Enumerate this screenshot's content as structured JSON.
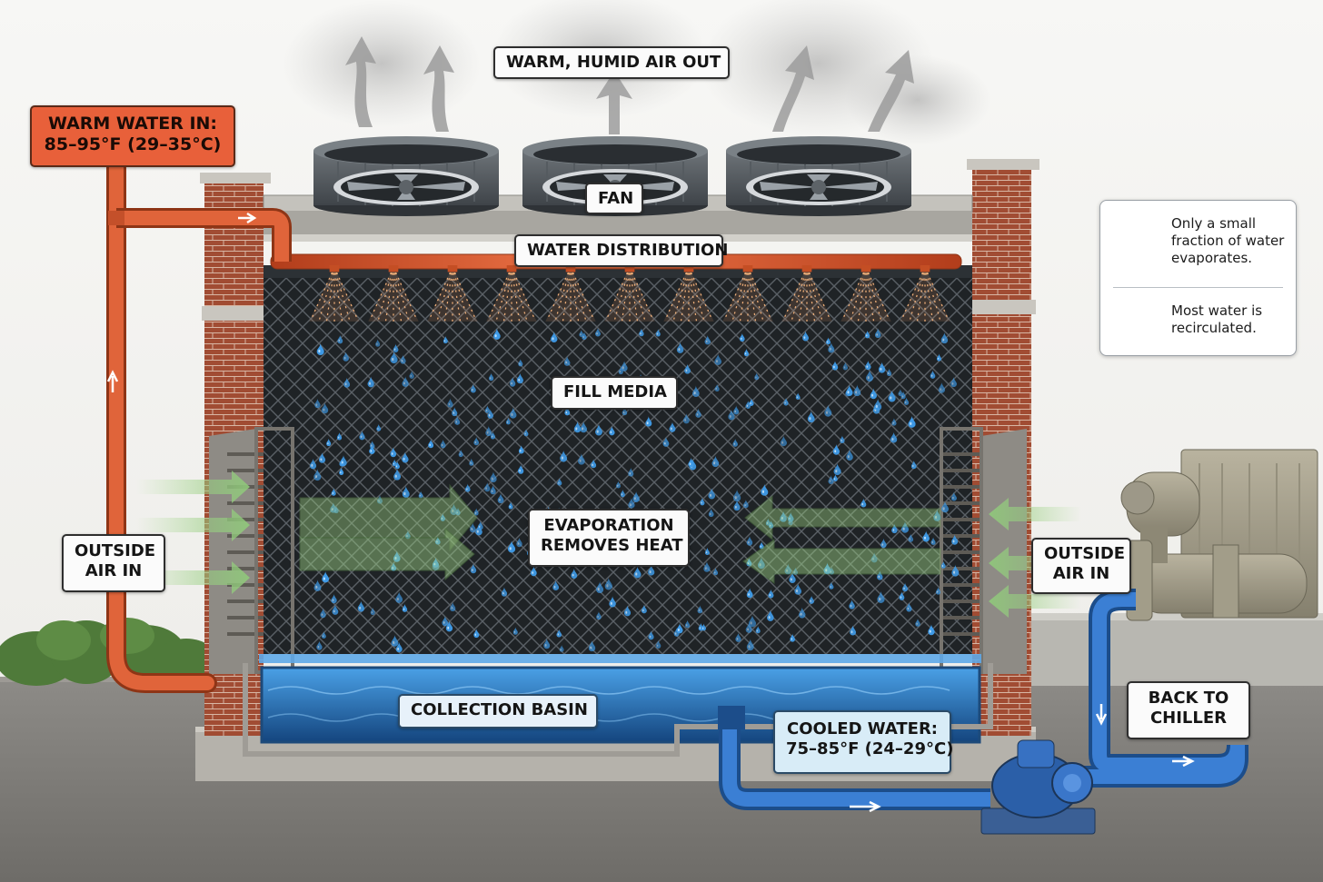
{
  "labels": {
    "warm_air_out": "WARM, HUMID AIR OUT",
    "warm_water_in": [
      "WARM WATER IN:",
      "85–95°F (29–35°C)"
    ],
    "fan": "FAN",
    "water_distribution": "WATER DISTRIBUTION",
    "fill_media": "FILL MEDIA",
    "evaporation": [
      "EVAPORATION",
      "REMOVES HEAT"
    ],
    "outside_air_left": [
      "OUTSIDE",
      "AIR IN"
    ],
    "outside_air_right": [
      "OUTSIDE",
      "AIR IN"
    ],
    "collection_basin": "COLLECTION BASIN",
    "cooled_water": [
      "COOLED WATER:",
      "75–85°F (24–29°C)"
    ],
    "back_to_chiller": [
      "BACK TO",
      "CHILLER"
    ]
  },
  "legend": {
    "evaporates": [
      "Only a small",
      "fraction of water",
      "evaporates."
    ],
    "recirculated": [
      "Most water is",
      "recirculated."
    ]
  },
  "icons": {
    "legend_drop": "water-drop-icon",
    "legend_cycle": "recirculate-icon",
    "fans": [
      "fan-icon",
      "fan-icon",
      "fan-icon"
    ]
  },
  "colors": {
    "hot_pipe": "#d9532a",
    "cold_pipe": "#2f6fc0",
    "water": "#3a8fd8",
    "brick": "#9c4a33",
    "airflow": "#8fc97a",
    "steam": "#9a9a9a",
    "legend_icon": "#2a7fd0"
  }
}
